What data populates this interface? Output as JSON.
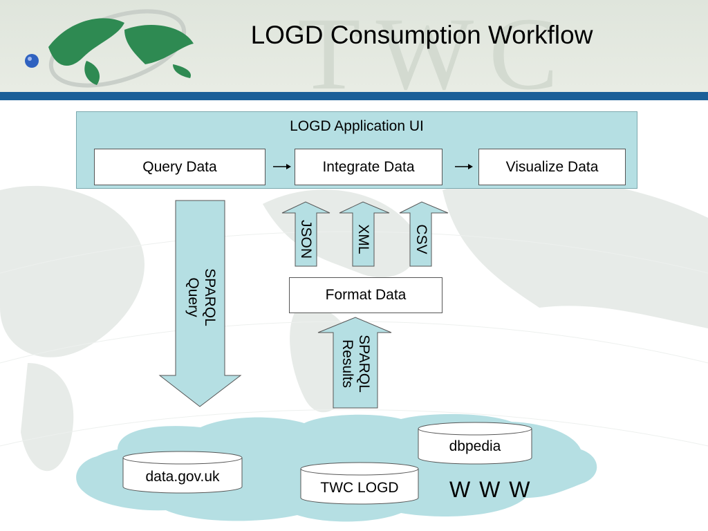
{
  "slide": {
    "title": "LOGD Consumption Workflow",
    "watermark": "TWC"
  },
  "app_panel": {
    "title": "LOGD Application UI",
    "steps": [
      "Query Data",
      "Integrate Data",
      "Visualize Data"
    ]
  },
  "formats": [
    "JSON",
    "XML",
    "CSV"
  ],
  "format_box": "Format Data",
  "sparql_query": "SPARQL Query",
  "sparql_results": "SPARQL Results",
  "sparql_query_lines": [
    "SPARQL",
    "Query"
  ],
  "sparql_results_lines": [
    "SPARQL",
    "Results"
  ],
  "cloud": {
    "sources": [
      "data.gov.uk",
      "TWC LOGD",
      "dbpedia"
    ],
    "label": "W W W"
  },
  "colors": {
    "panel": "#b5dfe3",
    "arrow": "#b5dfe3",
    "header_rule": "#1b5f98"
  }
}
